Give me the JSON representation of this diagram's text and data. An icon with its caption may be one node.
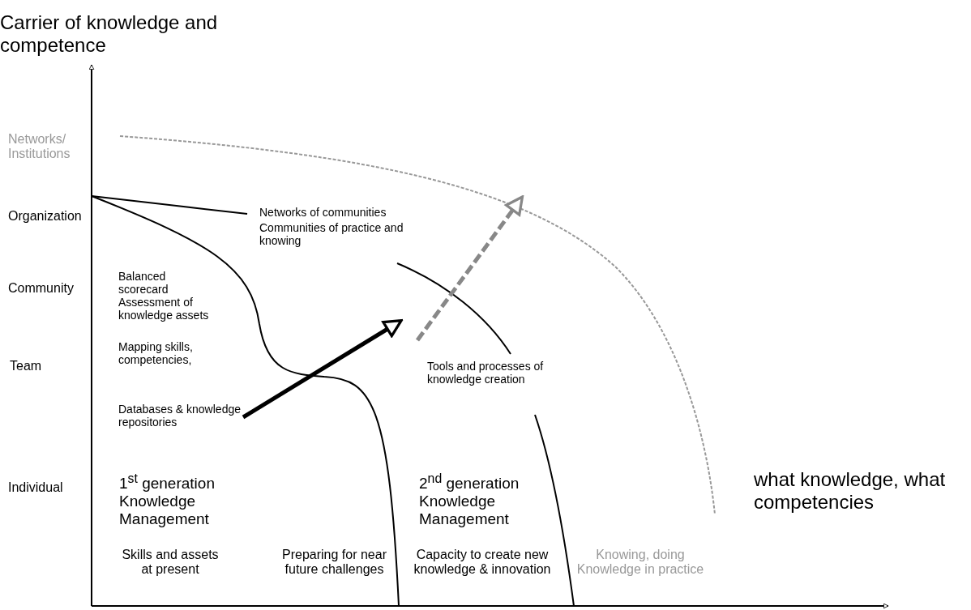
{
  "diagram": {
    "labels": [
      "Carrier of knowledge and competence",
      "Networks/ Institutions",
      "Organization",
      "Networks of communities",
      "Communities of practice and knowing",
      "Community",
      "Balanced scorecard",
      "Assessment of knowledge assets",
      "Team",
      "Mapping skills, competencies,",
      "Tools and processes of knowledge creation",
      "Databases & knowledge repositories",
      "Individual",
      "1$^{st}$ generation Knowledge Management",
      "2$^{nd}$ generation Knowledge Management",
      "what knowledge, what competencies",
      "Skills and assets at present",
      "Preparing for near future challenges",
      "Capacity to create new knowledge & innovation",
      "Knowing, doing Knowledge in practice"
    ]
  }
}
